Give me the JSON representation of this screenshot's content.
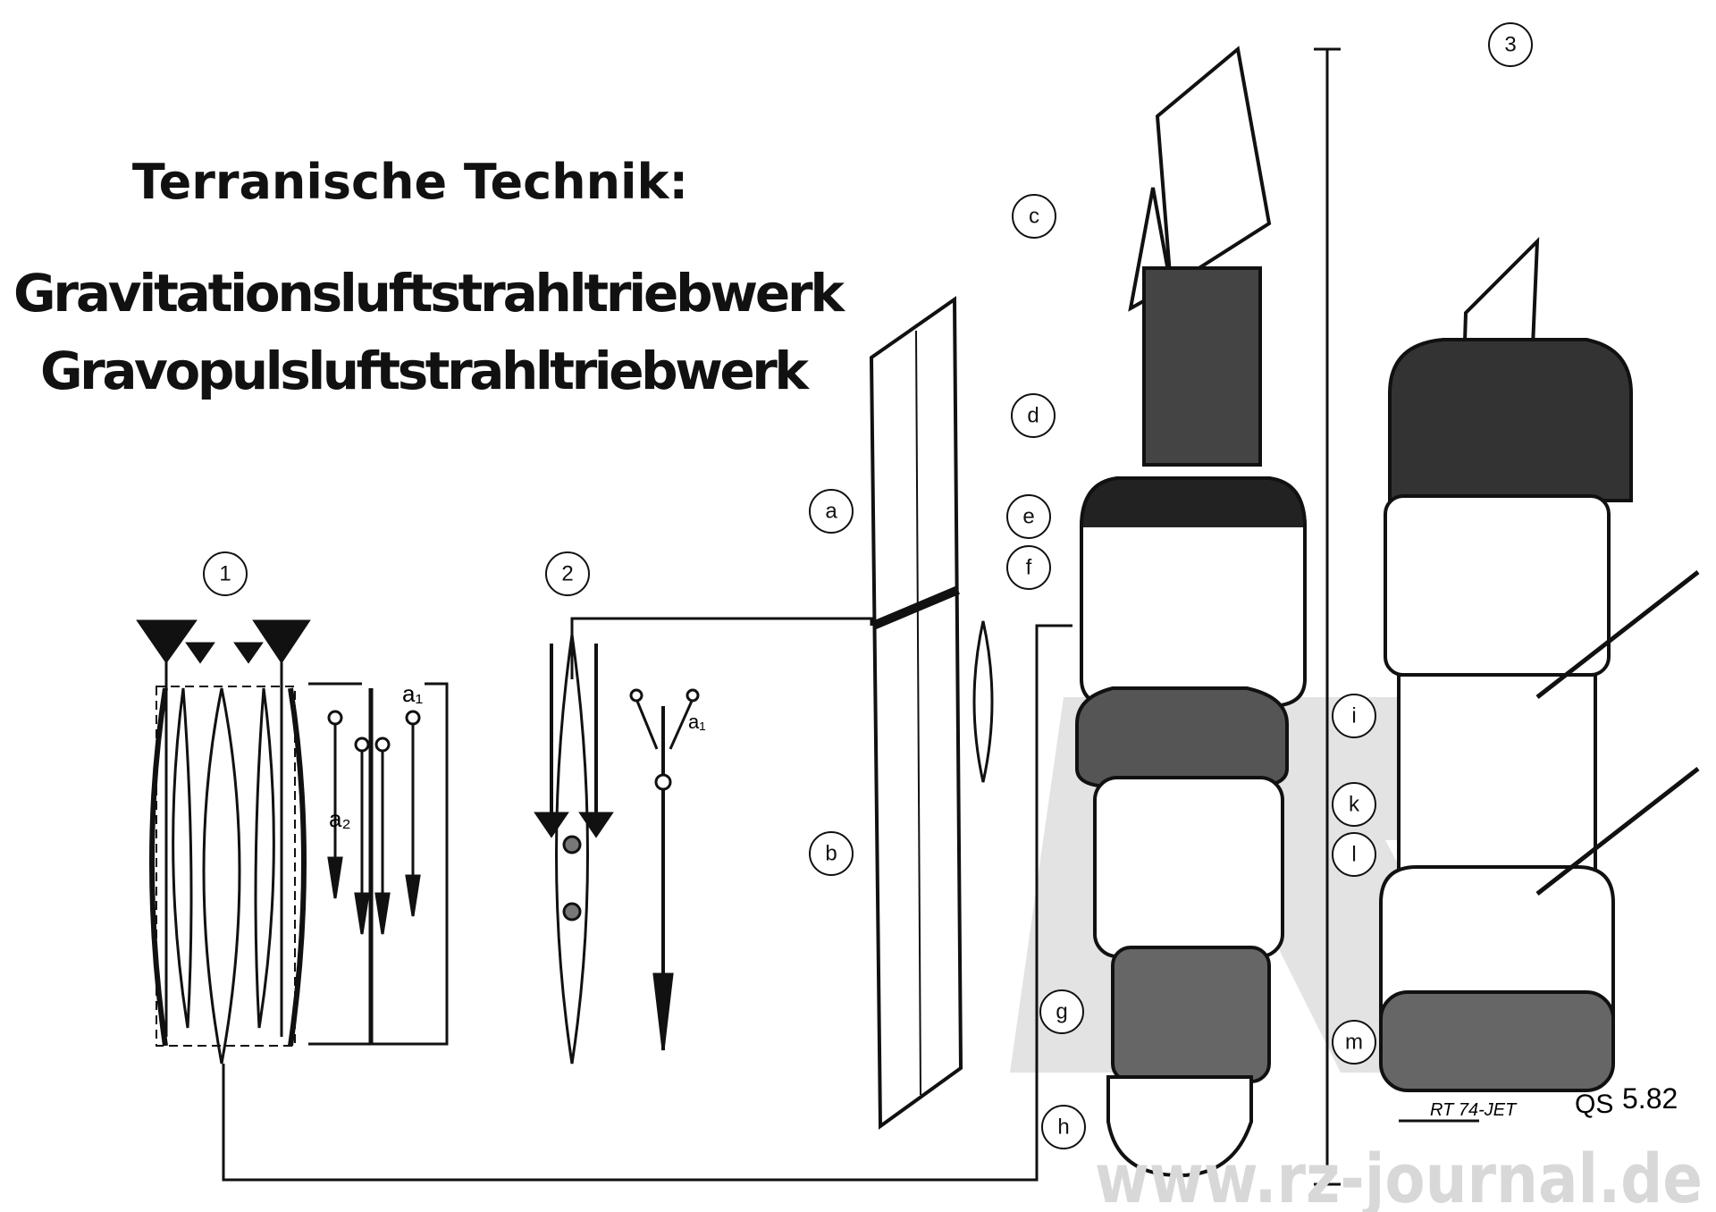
{
  "title": {
    "line1": "Terranische Technik:",
    "line2": "Gravitationsluftstrahltriebwerk",
    "line3": "Gravopulsluftstrahltriebwerk"
  },
  "figures": {
    "fig1": "1",
    "fig2": "2",
    "fig3": "3"
  },
  "part_labels": {
    "a": "a",
    "b": "b",
    "c": "c",
    "d": "d",
    "e": "e",
    "f": "f",
    "g": "g",
    "h": "h",
    "i": "i",
    "k": "k",
    "l": "l",
    "m": "m"
  },
  "vectors": {
    "a1": "a₁",
    "a2": "a₂",
    "a1_fig2": "a₁"
  },
  "caption": "RT 74-JET",
  "signature": {
    "initials": "QS",
    "date": "5.82"
  },
  "watermark": "www.rz-journal.de",
  "colors": {
    "ink": "#111111",
    "watermark": "#d8d8d8"
  }
}
